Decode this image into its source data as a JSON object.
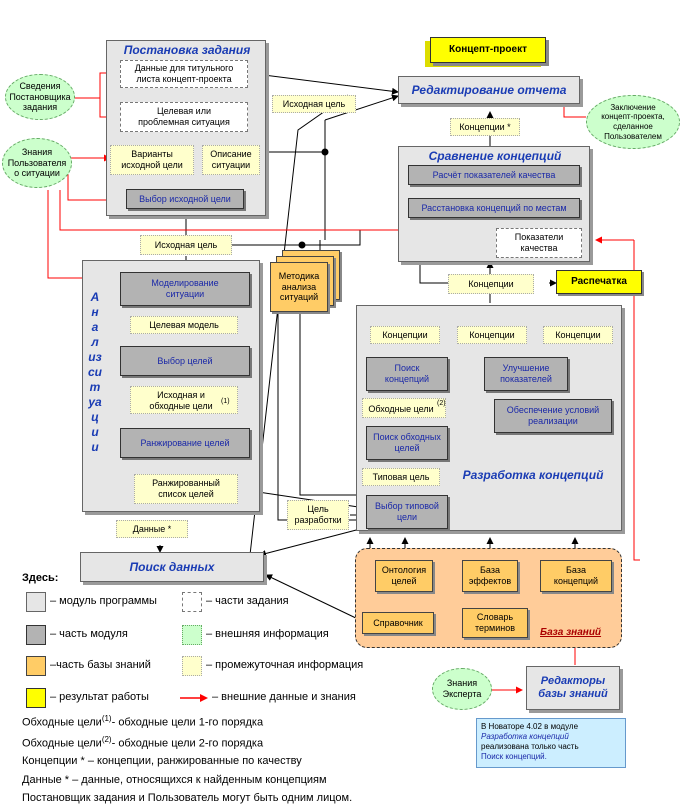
{
  "modules": {
    "task_setting": "Постановка задания",
    "report_editing": "Редактирование отчета",
    "concept_comparison": "Сравнение концепций",
    "situation_analysis": "Анализ ситуации",
    "concept_development": "Разработка концепций",
    "data_search": "Поиск данных",
    "kb_editors": "Редакторы\nбазы знаний"
  },
  "task_setting": {
    "title_data": "Данные для титульного\nлиста концепт-проекта",
    "target_problem": "Целевая или\nпроблемная ситуация",
    "variants": "Варианты\nисходной цели",
    "description": "Описание\nситуации",
    "choose_goal": "Выбор исходной цели"
  },
  "external": {
    "customer_info": "Сведения\nПостановщика\nзадания",
    "user_knowledge": "Знания\nПользователя\nо ситуации",
    "conclusion": "Заключение\nконцепт-проекта,\nсделанное\nПользователем",
    "expert_knowledge": "Знания\nЭксперта"
  },
  "results": {
    "concept_project": "Концепт-проект",
    "printout": "Распечатка"
  },
  "intermediate": {
    "initial_goal_top": "Исходная цель",
    "initial_goal_mid": "Исходная цель",
    "concepts_ranked": "Концепции *",
    "concepts_mid": "Концепции",
    "target_model": "Целевая модель",
    "initial_bypass": "Исходная и\nобходные цели",
    "ranked_list": "Ранжированный\nсписок целей",
    "data_star": "Данные *",
    "dev_goal": "Цель\nразработки",
    "bypass_goals": "Обходные цели",
    "typical_goal": "Типовая цель",
    "concepts_a": "Концепции",
    "concepts_b": "Концепции",
    "concepts_c": "Концепции",
    "quality_indicators": "Показатели\nкачества"
  },
  "comparison": {
    "calc": "Расчёт показателей качества",
    "ranking": "Расстановка концепций по местам"
  },
  "analysis": {
    "vertical_title": "Анализ\nситуации",
    "modeling": "Моделирование\nситуации",
    "choose_goals": "Выбор целей",
    "rank_goals": "Ранжирование целей"
  },
  "kb_method": "Методика\nанализа\nситуаций",
  "development": {
    "search": "Поиск\nконцепций",
    "improve": "Улучшение\nпоказателей",
    "ensure": "Обеспечение условий\nреализации",
    "bypass_search": "Поиск обходных\nцелей",
    "typical_choice": "Выбор типовой\nцели"
  },
  "knowledge_base": {
    "title": "База знаний",
    "ontology": "Онтология\nцелей",
    "effects": "База\nэффектов",
    "concepts": "База\nконцепций",
    "reference": "Справочник",
    "dictionary": "Словарь\nтерминов"
  },
  "superscripts": {
    "one": "(1)",
    "two": "(2)"
  },
  "note": "В Новаторе 4.02 в модуле Разработка концепций реализована только часть Поиск концепций.",
  "note_parts": {
    "p1": "В Новаторе 4.02 в модуле",
    "p2": "Разработка концепций",
    "p3": "реализована только часть",
    "p4": "Поиск концепций."
  },
  "legend": {
    "header": "Здесь:",
    "module": "– модуль программы",
    "module_part": "– часть модуля",
    "kb_part": "–часть базы знаний",
    "result": "– результат работы",
    "task_parts": "– части задания",
    "external_info": "– внешняя информация",
    "intermediate_info": "– промежуточная  информация",
    "external_data": "– внешние данные и знания"
  },
  "footnotes": {
    "f1a": "Обходные цели",
    "f1b": "- обходные цели 1-го порядка",
    "f2a": "Обходные цели",
    "f2b": "- обходные цели 2-го порядка",
    "f3": "Концепции *  –  концепции, ранжированные по качеству",
    "f4": "Данные * – данные, относящихся к найденным концепциям",
    "f5": "Постановщик задания и Пользователь могут быть одним лицом."
  },
  "colors": {
    "module": "#e6e6e6",
    "module_part": "#b3b3b3",
    "kb_part": "#ffcc66",
    "result": "#ffff00",
    "external": "#ccffcc",
    "intermediate": "#ffffcc",
    "kb_area": "#ffcc99",
    "arrow_external": "#ff0000",
    "title_blue": "#1a3cb4"
  }
}
